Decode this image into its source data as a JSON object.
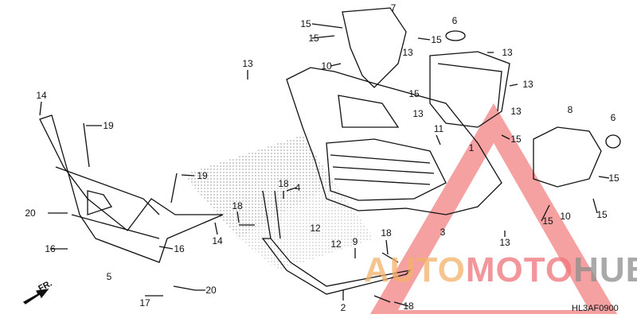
{
  "diagram_code": "HL3AF0900",
  "direction_label": "FR.",
  "watermark": {
    "part1": "A",
    "part2": "UTO",
    "part3": "MOTO",
    "part4": "HUB",
    "colors": {
      "orange": "#f4b26a",
      "red": "#f0747a",
      "gray": "#8d8d8d"
    }
  },
  "callouts": [
    "15",
    "7",
    "6",
    "15",
    "15",
    "10",
    "13",
    "13",
    "13",
    "13",
    "15",
    "13",
    "14",
    "19",
    "13",
    "8",
    "6",
    "11",
    "15",
    "1",
    "19",
    "15",
    "4",
    "18",
    "18",
    "20",
    "14",
    "12",
    "3",
    "15",
    "10",
    "15",
    "12",
    "16",
    "16",
    "9",
    "18",
    "13",
    "5",
    "20",
    "2",
    "18",
    "17"
  ]
}
